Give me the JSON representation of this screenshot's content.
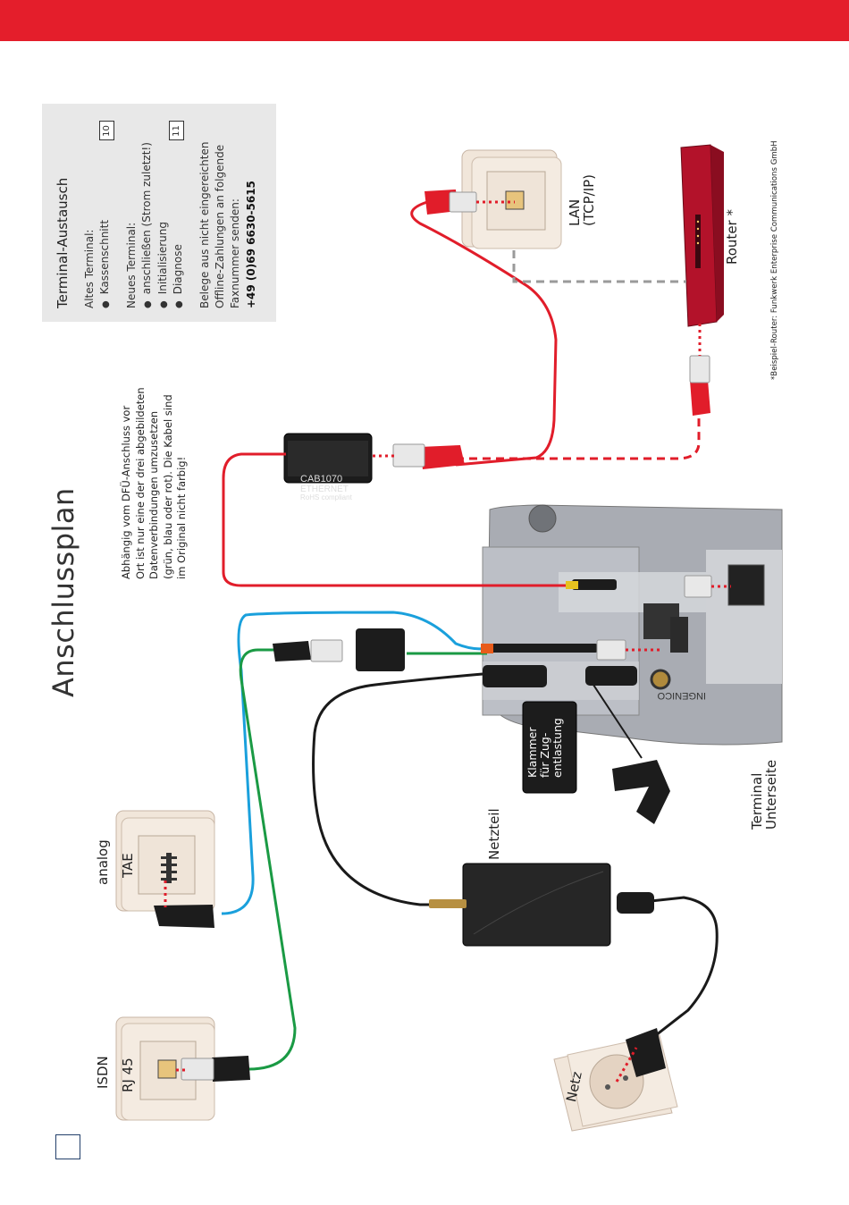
{
  "title": "Anschlussplan",
  "info_box": {
    "heading": "Terminal-Austausch",
    "old_terminal_label": "Altes Terminal:",
    "old_items": [
      {
        "text": "Kassenschnitt",
        "ref": "10"
      }
    ],
    "new_terminal_label": "Neues Terminal:",
    "new_items": [
      {
        "text": "anschließen (Strom zuletzt!)",
        "ref": ""
      },
      {
        "text": "Initialisierung",
        "ref": "11"
      },
      {
        "text": "Diagnose",
        "ref": ""
      }
    ],
    "fax_lines": [
      "Belege aus nicht eingereichten",
      "Offline-Zahlungen an folgende",
      "Faxnummer senden:"
    ],
    "fax_number": "+49 (0)69 6630-5615"
  },
  "note_lines": [
    "Abhängig vom DFÜ-Anschluss vor",
    "Ort ist nur eine der drei abgebildeten",
    "Datenverbindungen umzusetzen",
    "(grün, blau oder rot). Die Kabel sind",
    "im Original nicht farbig!"
  ],
  "lan": {
    "line1": "LAN",
    "line2": "(TCP/IP)"
  },
  "router_label": "Router *",
  "footnote": "*Beispiel-Router: Funkwerk Enterprise Communications GmbH",
  "adapter": {
    "line1": "CAB1070",
    "line2": "ETHERNET",
    "line3": "RoHS compliant"
  },
  "analog": {
    "line1": "analog",
    "line2": "TAE"
  },
  "isdn": {
    "line1": "ISDN",
    "line2": "RJ 45"
  },
  "netz_label": "Netz",
  "netzteil_label": "Netzteil",
  "klammer_lines": [
    "Klammer",
    "für Zug-",
    "entlastung"
  ],
  "terminal_label": {
    "line1": "Terminal",
    "line2": "Unterseite"
  },
  "ingenico_text": "INGENICO",
  "colors": {
    "brand_red": "#e41e2b",
    "cable_red": "#e11d2a",
    "cable_blue": "#1aa0dc",
    "cable_green": "#1a9a44",
    "cable_black": "#1a1a1a",
    "dotted_red": "#e11d2a",
    "router_body": "#b3122a",
    "info_bg": "#e8e8e8"
  }
}
